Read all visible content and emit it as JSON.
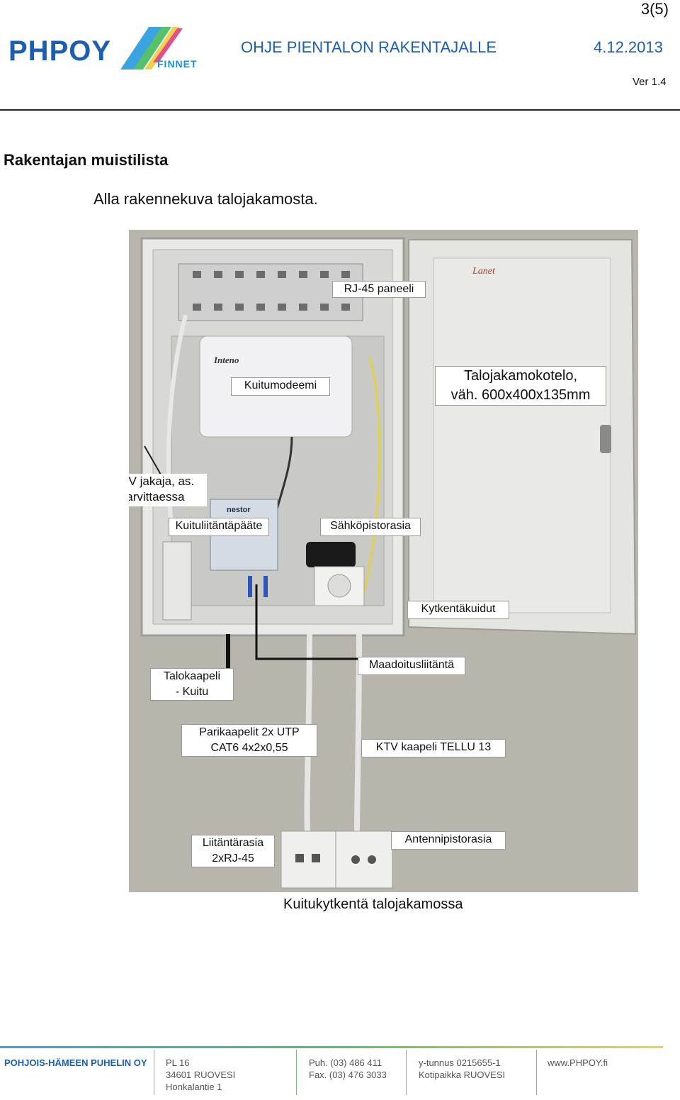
{
  "header": {
    "page_number": "3(5)",
    "logo_text": "PHPOY",
    "sublogo_text": "FINNET",
    "title": "OHJE PIENTALON RAKENTAJALLE",
    "date": "4.12.2013",
    "version": "Ver 1.4"
  },
  "section": {
    "heading": "Rakentajan muistilista",
    "intro": "Alla rakennekuva talojakamosta."
  },
  "figure": {
    "labels": {
      "rj45": "RJ-45 paneeli",
      "modem": "Kuitumodeemi",
      "enclosure": "Talojakamokotelo,\nväh. 600x400x135mm",
      "ktv_splitter": "KTV jakaja, as.\ntarvittaessa",
      "fiber_termination": "Kuituliitäntäpääte",
      "power_socket": "Sähköpistorasia",
      "patch_fibers": "Kytkentäkuidut",
      "grounding": "Maadoitusliitäntä",
      "house_cable": "Talokaapeli\n- Kuitu",
      "pair_cables": "Parikaapelit  2x UTP\nCAT6 4x2x0,55",
      "ktv_cable": "KTV kaapeli TELLU 13",
      "connection_socket": "Liitäntärasia\n2xRJ-45",
      "antenna_socket": "Antennipistorasia",
      "device_brand_modem": "Inteno",
      "device_brand_termination": "nestor",
      "door_brand": "Lanet"
    },
    "caption": "Kuitukytkentä talojakamossa"
  },
  "footer": {
    "company": "POHJOIS-HÄMEEN PUHELIN OY",
    "address_line1": "PL 16",
    "address_line2": "34601 RUOVESI",
    "address_line3": "Honkalantie 1",
    "phone": "Puh. (03) 486 411",
    "fax": "Fax. (03) 476 3033",
    "business_id": "y-tunnus 0215655-1",
    "domicile": "Kotipaikka RUOVESI",
    "website": "www.PHPOY.fi"
  },
  "colors": {
    "brand_blue": "#1a5fb4",
    "accent_green": "#56c06a",
    "accent_yellow": "#f0d24a"
  }
}
